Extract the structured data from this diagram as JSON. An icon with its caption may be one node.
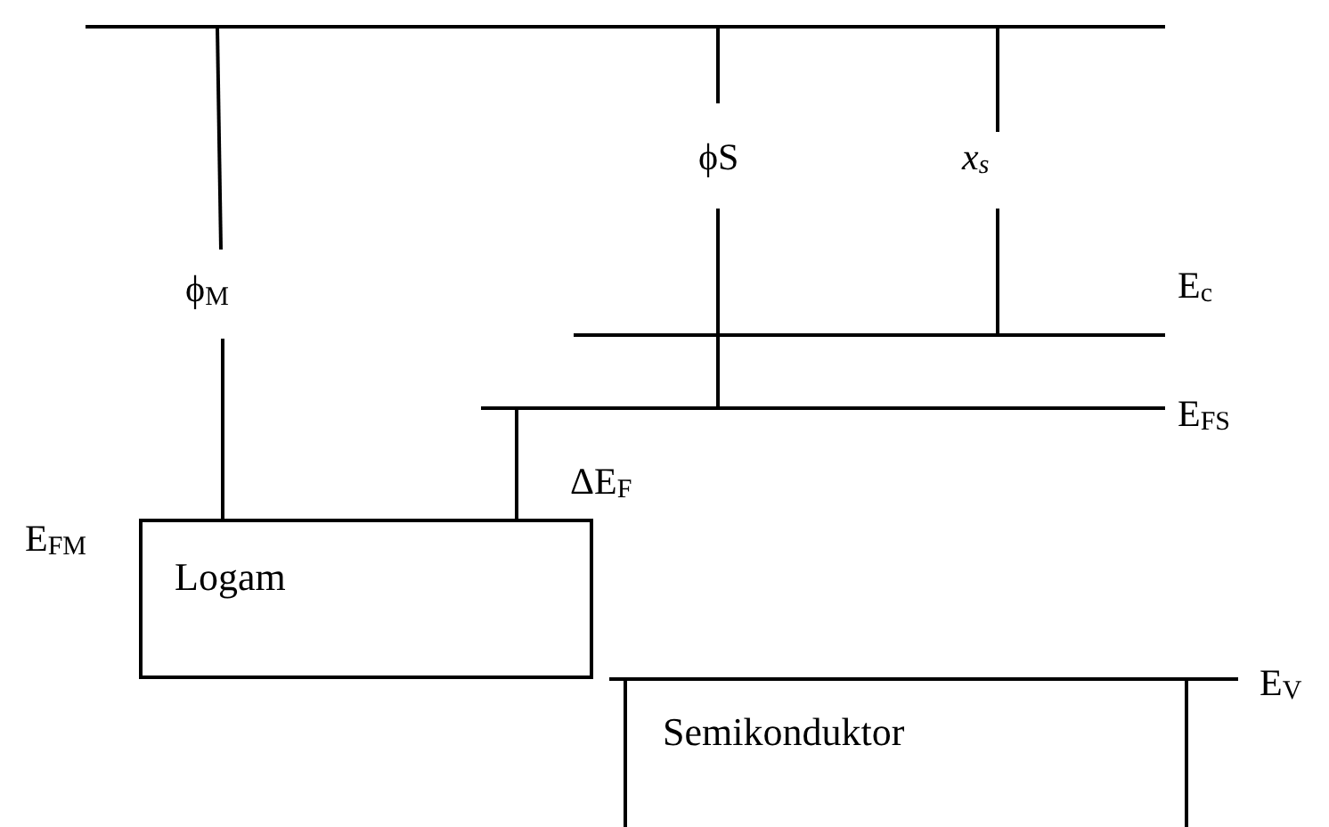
{
  "diagram": {
    "nodes": [
      {
        "text": [
          "Logam"
        ]
      },
      {
        "text": [
          "Semikonduktor"
        ]
      }
    ],
    "labels": [
      "ϕS",
      "*x*$_{s}$",
      "ϕ$_{M}$",
      "E$_{c}$",
      "E$_{FS}$",
      "ΔE$_{F}$",
      "E$_{FM}$",
      "E$_{V}$"
    ]
  }
}
